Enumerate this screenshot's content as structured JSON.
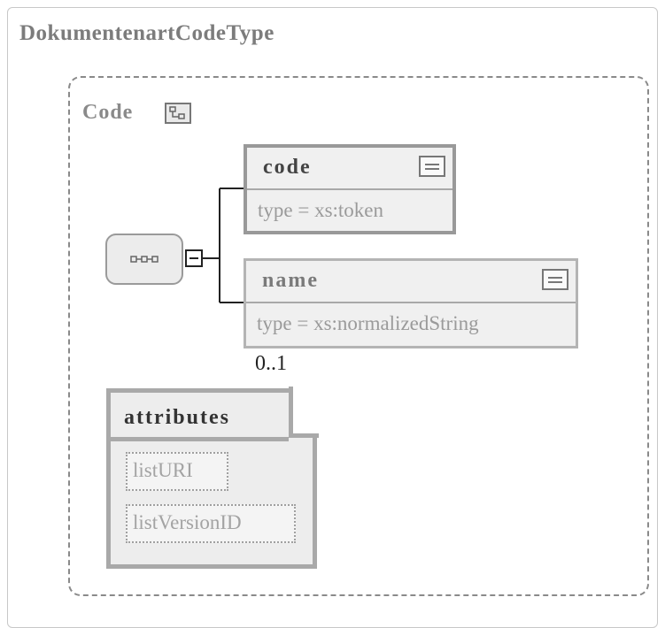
{
  "type_name": "DokumentenartCodeType",
  "group": {
    "title": "Code",
    "icon": "complex-type-icon"
  },
  "sequence": {
    "icon": "sequence-icon",
    "collapse_icon": "minus-icon"
  },
  "elements": [
    {
      "name": "code",
      "type_label": "type = xs:token",
      "icon": "documentation-icon"
    },
    {
      "name": "name",
      "type_label": "type = xs:normalizedString",
      "icon": "documentation-icon",
      "occurrence": "0..1"
    }
  ],
  "attributes": {
    "title": "attributes",
    "items": [
      "listURI",
      "listVersionID"
    ]
  },
  "colors": {
    "frame": "#c8c8c8",
    "element_border": "#999999",
    "box_fill": "#f0f0f0",
    "connector": "#222222"
  }
}
